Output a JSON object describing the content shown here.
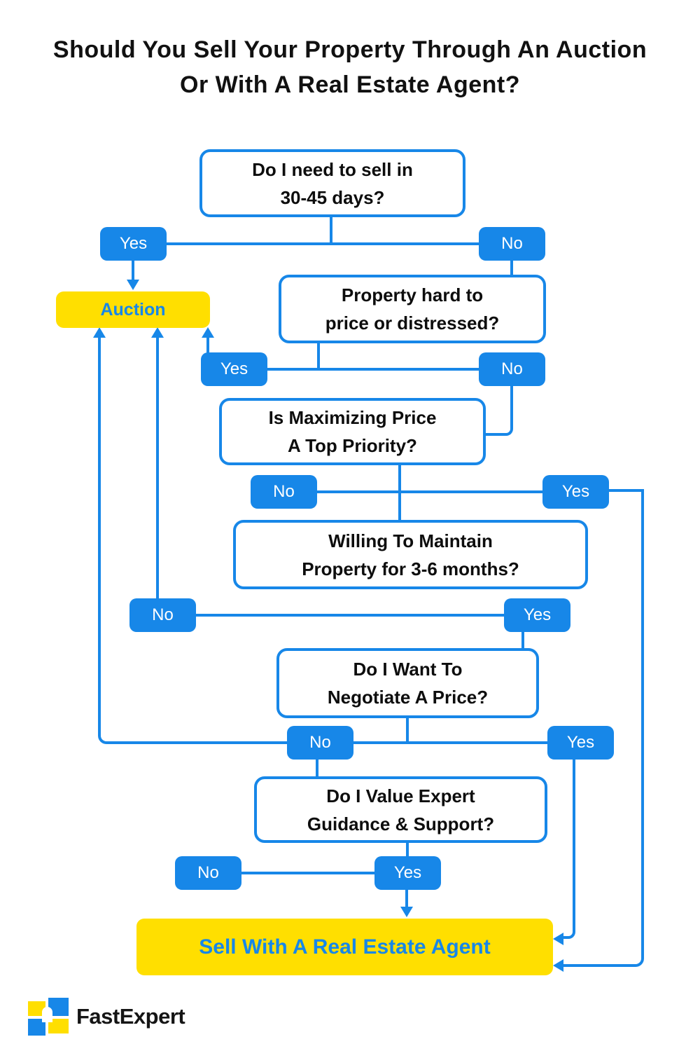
{
  "title": {
    "line1": "Should You Sell Your Property Through An Auction",
    "line2": "Or With A Real Estate Agent?"
  },
  "colors": {
    "blue": "#1787E8",
    "yellow": "#FFDF00",
    "question_text": "#0d0d0d",
    "pill_text": "#ffffff"
  },
  "labels": {
    "yes": "Yes",
    "no": "No"
  },
  "nodes": {
    "q1": {
      "line1": "Do I need to sell in",
      "line2": "30-45 days?"
    },
    "q2": {
      "line1": "Property hard to",
      "line2": "price or distressed?"
    },
    "q3": {
      "line1": "Is Maximizing Price",
      "line2": "A Top Priority?"
    },
    "q4": {
      "line1": "Willing To Maintain",
      "line2": "Property for 3-6 months?"
    },
    "q5": {
      "line1": "Do I Want To",
      "line2": "Negotiate A Price?"
    },
    "q6": {
      "line1": "Do I Value Expert",
      "line2": "Guidance & Support?"
    },
    "auction": {
      "label": "Auction"
    },
    "agent": {
      "label": "Sell With A Real Estate Agent"
    }
  },
  "logo": {
    "text": "FastExpert"
  }
}
